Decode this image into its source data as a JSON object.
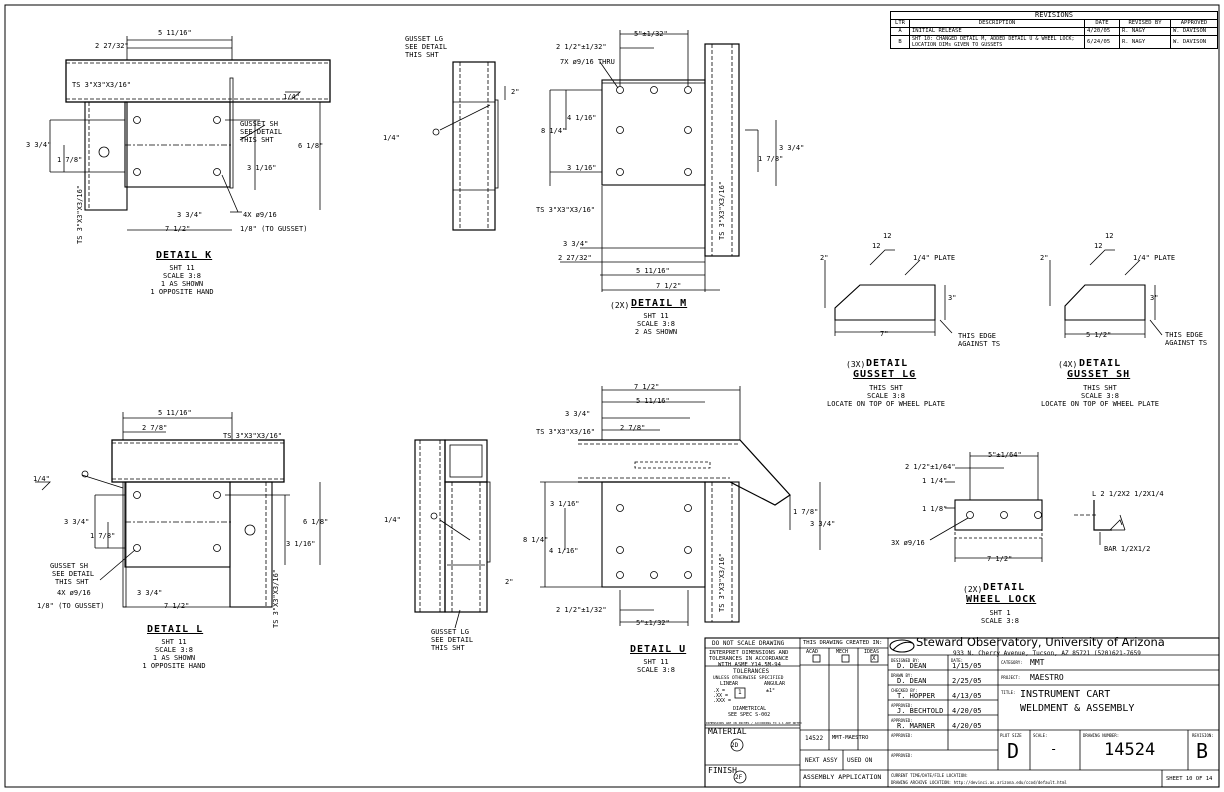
{
  "revisions": {
    "title": "REVISIONS",
    "headers": [
      "LTR",
      "DESCRIPTION",
      "DATE",
      "REVISED BY",
      "APPROVED"
    ],
    "rows": [
      [
        "A",
        "INITIAL RELEASE",
        "4/20/05",
        "R. NAGY",
        "W. DAVISON"
      ],
      [
        "B",
        "SHT 10: CHANGED DETAIL M, ADDED DETAIL U & WHEEL LOCK; LOCATION DIMs GIVEN TO GUSSETS",
        "6/24/05",
        "R. NAGY",
        "W. DAVISON"
      ]
    ]
  },
  "detail_k": {
    "title": "DETAIL K",
    "notes": [
      "SHT 11",
      "SCALE 3:8",
      "1 AS SHOWN",
      "1 OPPOSITE HAND"
    ],
    "dims": {
      "d1": "5 11/16\"",
      "d2": "2 27/32\"",
      "d3": "3 3/4\"",
      "d4": "1 7/8\"",
      "d5": "6 1/8\"",
      "d6": "3 1/16\"",
      "d7": "3 3/4\"",
      "d8": "7 1/2\"",
      "d9": "1/8\" (TO GUSSET)",
      "d10": "4X ø9/16",
      "d11": "1/4\""
    },
    "labels": {
      "ts": "TS 3\"X3\"X3/16\"",
      "ts_v": "TS 3\"X3\"X3/16\"",
      "gusset": [
        "GUSSET SH",
        "SEE DETAIL",
        "THIS SHT"
      ]
    }
  },
  "detail_m": {
    "title": "DETAIL M",
    "prefix": "(2X)",
    "notes": [
      "SHT 11",
      "SCALE 3:8",
      "2 AS SHOWN"
    ],
    "dims": {
      "d1": "5\"±1/32\"",
      "d2": "2 1/2\"±1/32\"",
      "d3": "7X ø9/16 THRU",
      "d4": "2\"",
      "d5": "4 1/16\"",
      "d6": "8 1/4\"",
      "d7": "3 1/16\"",
      "d8": "3 3/4\"",
      "d9": "1 7/8\"",
      "d10": "3 3/4\"",
      "d11": "2 27/32\"",
      "d12": "5 11/16\"",
      "d13": "7 1/2\"",
      "d14": "1/4\""
    },
    "labels": {
      "ts": "TS 3\"X3\"X3/16\"",
      "ts_v": "TS 3\"X3\"X3/16\"",
      "gusset": [
        "GUSSET LG",
        "SEE DETAIL",
        "THIS SHT"
      ]
    }
  },
  "gusset_lg": {
    "prefix": "(3X)",
    "title1": "DETAIL",
    "title2": "GUSSET LG",
    "notes": [
      "THIS SHT",
      "SCALE 3:8",
      "LOCATE ON TOP OF WHEEL PLATE"
    ],
    "dims": {
      "w": "7\"",
      "h": "3\"",
      "l": "2\"",
      "plate": "1/4\" PLATE",
      "s1": "12",
      "s2": "12",
      "edge": [
        "THIS EDGE",
        "AGAINST TS"
      ]
    }
  },
  "gusset_sh": {
    "prefix": "(4X)",
    "title1": "DETAIL",
    "title2": "GUSSET SH",
    "notes": [
      "THIS SHT",
      "SCALE 3:8",
      "LOCATE ON TOP OF WHEEL PLATE"
    ],
    "dims": {
      "w": "5 1/2\"",
      "h": "3\"",
      "l": "2\"",
      "plate": "1/4\" PLATE",
      "s1": "12",
      "s2": "12",
      "edge": [
        "THIS EDGE",
        "AGAINST TS"
      ]
    }
  },
  "detail_l": {
    "title": "DETAIL L",
    "notes": [
      "SHT 11",
      "SCALE 3:8",
      "1 AS SHOWN",
      "1 OPPOSITE HAND"
    ],
    "dims": {
      "d1": "5 11/16\"",
      "d2": "2 7/8\"",
      "d3": "3 3/4\"",
      "d4": "1 7/8\"",
      "d5": "6 1/8\"",
      "d6": "3 1/16\"",
      "d7": "3 3/4\"",
      "d8": "7 1/2\"",
      "d9": "1/8\" (TO GUSSET)",
      "d10": "4X ø9/16",
      "d11": "1/4\""
    },
    "labels": {
      "ts": "TS 3\"X3\"X3/16\"",
      "ts_v": "TS 3\"X3\"X3/16\"",
      "gusset": [
        "GUSSET SH",
        "SEE DETAIL",
        "THIS SHT"
      ]
    }
  },
  "detail_u": {
    "title": "DETAIL U",
    "notes": [
      "SHT 11",
      "SCALE 3:8"
    ],
    "dims": {
      "d1": "7 1/2\"",
      "d2": "3 3/4\"",
      "d3": "5 11/16\"",
      "d4": "2 7/8\"",
      "d5": "3 1/16\"",
      "d6": "8 1/4\"",
      "d7": "4 1/16\"",
      "d8": "1 7/8\"",
      "d9": "3 3/4\"",
      "d10": "2\"",
      "d11": "2 1/2\"±1/32\"",
      "d12": "5\"±1/32\"",
      "d13": "1/4\""
    },
    "labels": {
      "ts": "TS 3\"X3\"X3/16\"",
      "ts_v": "TS 3\"X3\"X3/16\"",
      "gusset": [
        "GUSSET LG",
        "SEE DETAIL",
        "THIS SHT"
      ]
    }
  },
  "wheel_lock": {
    "prefix": "(2X)",
    "title1": "DETAIL",
    "title2": "WHEEL LOCK",
    "notes": [
      "SHT 1",
      "SCALE 3:8"
    ],
    "dims": {
      "d1": "5\"±1/64\"",
      "d2": "2 1/2\"±1/64\"",
      "d3": "1 1/4\"",
      "d4": "1 1/8\"",
      "d5": "3X ø9/16",
      "d6": "7 1/2\""
    },
    "labels": {
      "angle": "L 2 1/2X2 1/2X1/4",
      "bar": "BAR 1/2X1/2"
    }
  },
  "title_block": {
    "no_scale": "DO NOT SCALE DRAWING",
    "interpret": [
      "INTERPRET DIMENSIONS AND",
      "TOLERANCES IN ACCORDANCE",
      "WITH ASME Y14.5M-94"
    ],
    "tolerances": "TOLERANCES",
    "unless": "UNLESS OTHERWISE SPECIFIED",
    "linear": "LINEAR",
    "angular": "ANGULAR",
    "tol_x": ".X  =",
    "tol_xx": ".XX =",
    "tol_xxx": ".XXX =",
    "tol_ang": "±1°",
    "tol_box": "1",
    "diametrical": "DIAMETRICAL",
    "see_spec": "SEE SPEC S-002",
    "fine_print": "DIMENSIONS ARE IN INCHES / ACCORDING TO 1.1 ARE NOTED",
    "created_in": "THIS DRAWING CREATED IN:",
    "cad": [
      "ACAD",
      "MECH",
      "IDEAS"
    ],
    "cad_checked": "X",
    "material_label": "MATERIAL",
    "material_code": "2D",
    "finish_label": "FINISH",
    "finish_code": "2F",
    "next_assy_no": "14522",
    "next_assy_name": "MMT-MAESTRO",
    "next_assy": "NEXT ASSY",
    "used_on": "USED ON",
    "assembly_application": "ASSEMBLY APPLICATION",
    "org_name": "Steward Observatory, University of Arizona",
    "org_addr": "933 N. Cherry Avenue, Tucson, AZ  85721  (520)621-7659",
    "designed_by_label": "DESIGNED BY:",
    "designed_by": "D. DEAN",
    "date_label": "DATE:",
    "designed_date": "1/15/05",
    "drawn_by_label": "DRAWN BY:",
    "drawn_by": "D. DEAN",
    "drawn_date": "2/25/05",
    "checked_by_label": "CHECKED BY:",
    "checked_by": "T. HOPPER",
    "checked_date": "4/13/05",
    "approved_label": "APPROVED:",
    "approved_1": "J. BECHTOLD",
    "approved_1_date": "4/20/05",
    "approved_2": "R. MARNER",
    "approved_2_date": "4/20/05",
    "category_label": "CATEGORY:",
    "category": "MMT",
    "project_label": "PROJECT:",
    "project": "MAESTRO",
    "title_label": "TITLE:",
    "title_line1": "INSTRUMENT CART",
    "title_line2": "WELDMENT & ASSEMBLY",
    "plot_size_label": "PLOT SIZE",
    "plot_size": "D",
    "scale_label": "SCALE:",
    "scale": "-",
    "dwg_no_label": "DRAWING NUMBER:",
    "dwg_no": "14524",
    "rev_label": "REVISION:",
    "rev": "B",
    "current_loc": "CURRENT TIME/DATE/FILE LOCATION:",
    "archive_loc": "DRAWING ARCHIVE LOCATION: http://devinci.as.arizona.edu/ccod/default.html",
    "sheet": "SHEET 10 OF 14"
  }
}
